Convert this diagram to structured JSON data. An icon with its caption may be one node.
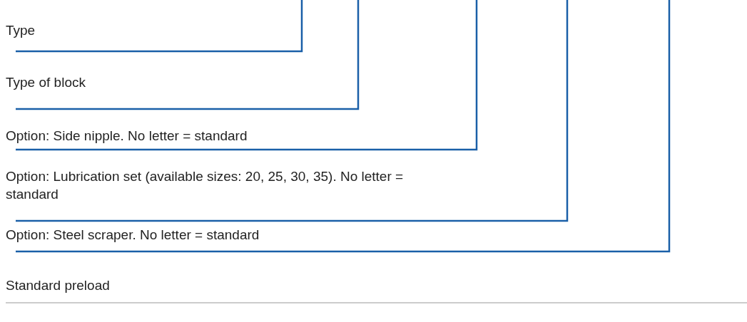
{
  "diagram": {
    "nodes": [
      {
        "text": [
          "Type"
        ]
      },
      {
        "text": [
          "Type of block"
        ]
      },
      {
        "text": [
          "Option: Side nipple. No letter = standard"
        ]
      },
      {
        "text": [
          "Option: Lubrication set (available sizes: 20, 25, 30, 35). No letter = standard"
        ]
      },
      {
        "text": [
          "Option: Steel scraper. No letter = standard"
        ]
      }
    ],
    "edges": [
      {
        "from": 0,
        "to": null,
        "arrow": "none"
      },
      {
        "from": 1,
        "to": null,
        "arrow": "none"
      },
      {
        "from": 2,
        "to": null,
        "arrow": "none"
      },
      {
        "from": 3,
        "to": null,
        "arrow": "none"
      },
      {
        "from": 4,
        "to": null,
        "arrow": "none"
      }
    ],
    "labels": [
      "Standard preload"
    ]
  }
}
